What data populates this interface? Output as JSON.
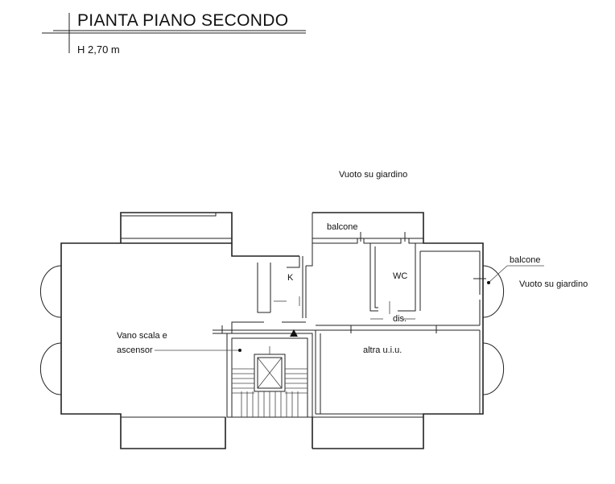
{
  "title": "PIANTA PIANO SECONDO",
  "height_note": "H 2,70 m",
  "labels": {
    "void_top": "Vuoto su giardino",
    "balcone_top": "balcone",
    "kitchen": "K",
    "wc": "WC",
    "balcone_right": "balcone",
    "void_right": "Vuoto su giardino",
    "dis": "dis.",
    "stair_line1": "Vano scala e",
    "stair_line2": "ascensor",
    "other_unit": "altra u.i.u."
  }
}
